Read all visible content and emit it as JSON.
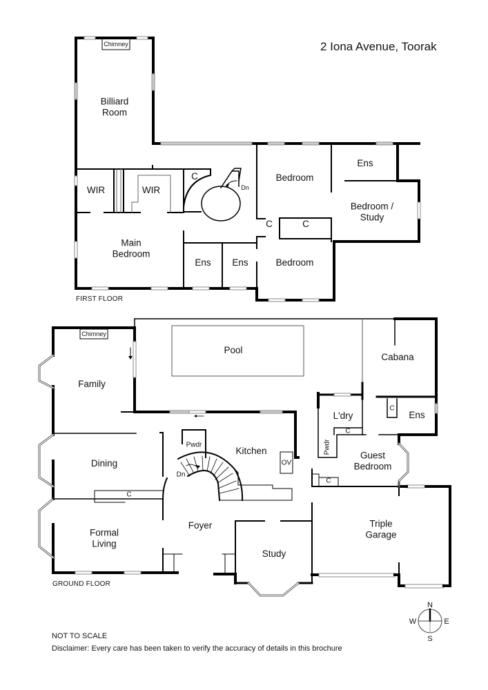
{
  "title": "2 Iona Avenue, Toorak",
  "first_floor": {
    "label": "FIRST FLOOR",
    "rooms": {
      "chimney": "Chimney",
      "billiard_line1": "Billiard",
      "billiard_line2": "Room",
      "wir1": "WIR",
      "wir2": "WIR",
      "cupboard_stair": "C",
      "stairs_dn": "Dn",
      "main_bed_line1": "Main",
      "main_bed_line2": "Bedroom",
      "ens1": "Ens",
      "ens2": "Ens",
      "bedroom_top": "Bedroom",
      "bedroom_bottom": "Bedroom",
      "cupboard_small": "C",
      "cupboard_long": "C",
      "ens_top": "Ens",
      "bed_study_line1": "Bedroom /",
      "bed_study_line2": "Study"
    }
  },
  "ground_floor": {
    "label": "GROUND FLOOR",
    "rooms": {
      "chimney": "Chimney",
      "family": "Family",
      "pool": "Pool",
      "cabana": "Cabana",
      "dining": "Dining",
      "cupboard_dining": "C",
      "pwdr": "Pwdr",
      "stairs_dn": "Dn",
      "kitchen": "Kitchen",
      "oven": "OV",
      "laundry": "L'dry",
      "cupboard_laundry": "C",
      "pwdr2": "Pwdr",
      "cupboard_ens": "C",
      "ens": "Ens",
      "guest_line1": "Guest",
      "guest_line2": "Bedroom",
      "cupboard_guest": "C",
      "formal_line1": "Formal",
      "formal_line2": "Living",
      "foyer": "Foyer",
      "study": "Study",
      "garage_line1": "Triple",
      "garage_line2": "Garage"
    }
  },
  "compass": {
    "n": "N",
    "s": "S",
    "e": "E",
    "w": "W"
  },
  "footer": {
    "scale": "NOT TO SCALE",
    "disclaimer": "Disclaimer: Every care has been taken to verify the accuracy of details in this brochure"
  }
}
